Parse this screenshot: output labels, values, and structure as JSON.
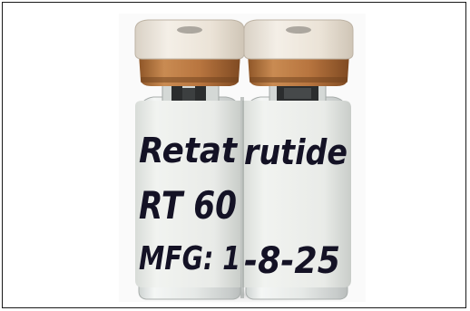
{
  "vial_label": {
    "line1_left": "Retat",
    "line1_right": "rutide",
    "line2": "RT 60",
    "line3_left": "MFG: 1",
    "line3_right": "-8-25"
  },
  "colors": {
    "background": "#ffffff",
    "frame_border": "#1a1a1a",
    "cap_plastic": "#e9e2d8",
    "crimp_copper": "#b8753f",
    "label_paper": "#eef0ec",
    "ink": "#141225",
    "stopper": "#2b2d2e"
  }
}
